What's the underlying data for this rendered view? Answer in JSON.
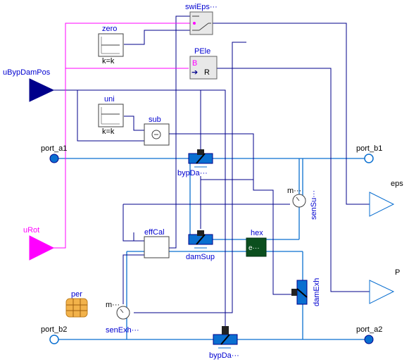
{
  "blocks": {
    "swiEps": "swiEps···",
    "zero": "zero",
    "zero_param": "k=k",
    "PEle": "PEle",
    "PEle_in": "B",
    "PEle_out": "R",
    "uni": "uni",
    "uni_param": "k=k",
    "sub": "sub",
    "bypDamSup": "bypDa···",
    "effCal": "effCal",
    "damSup": "damSup",
    "hex": "hex",
    "hex_inner": "e···",
    "senSup": "senSu···",
    "senSup_m": "m···",
    "damExh": "damExh",
    "per": "per",
    "senExh": "senExh···",
    "senExh_m": "m···",
    "bypDamExh": "bypDa···"
  },
  "ports": {
    "uBypDamPos": "uBypDamPos",
    "uRot": "uRot",
    "port_a1": "port_a1",
    "port_b1": "port_b1",
    "port_b2": "port_b2",
    "port_a2": "port_a2",
    "eps": "eps",
    "P": "P"
  },
  "colors": {
    "fluid": "#0a6fd0",
    "signal": "#00008b",
    "boolean": "#ff00ff",
    "label": "#0000d0"
  }
}
